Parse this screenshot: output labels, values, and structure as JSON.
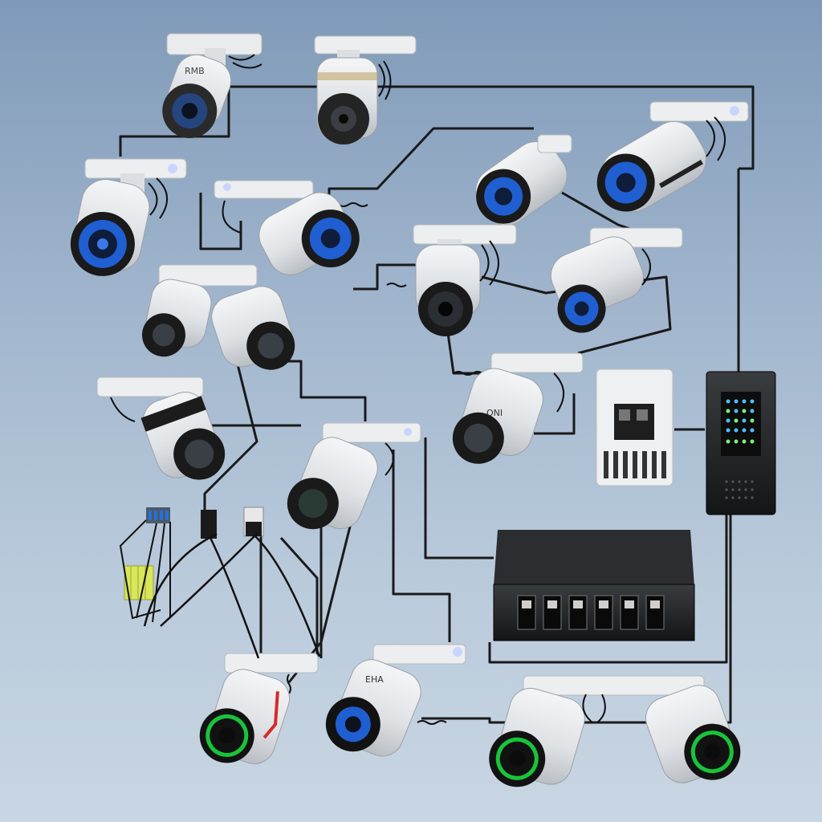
{
  "scene": {
    "background_top": "#7f9ab8",
    "background_bottom": "#c9d6e3",
    "wire_color": "#1a1a1a",
    "camera_body_color": "#e6e8ea",
    "lens_ring_colors": {
      "blue": "#1f5fd1",
      "green": "#19c43a",
      "dark": "#2a2a2a"
    },
    "camera_count": 17,
    "labels": {
      "camera_top_left": "RMB",
      "camera_mid_right": "ONI",
      "camera_bottom": "EHA"
    },
    "devices": [
      "power-distribution-box",
      "controller-panel",
      "network-switch",
      "terminal-block",
      "power-adapters"
    ]
  }
}
